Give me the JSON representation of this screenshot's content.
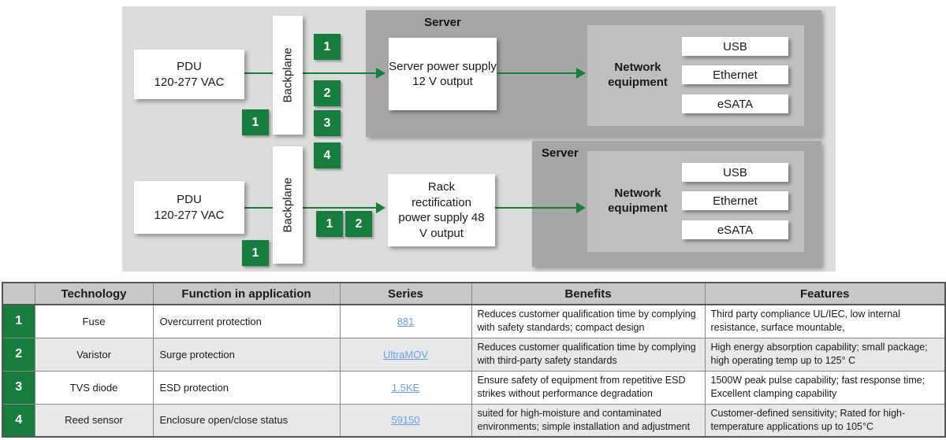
{
  "colors": {
    "accent_green": "#177D3E",
    "link_blue": "#6D9EEB"
  },
  "diagram": {
    "top": {
      "pdu_line1": "PDU",
      "pdu_line2": "120-277 VAC",
      "backplane": "Backplane",
      "server_label": "Server",
      "psu": "Server power supply 12 V output",
      "network_label": "Network equipment",
      "ports": [
        "USB",
        "Ethernet",
        "eSATA"
      ],
      "badges": [
        "1",
        "2",
        "1",
        "3",
        "4"
      ]
    },
    "bottom": {
      "pdu_line1": "PDU",
      "pdu_line2": "120-277 VAC",
      "backplane": "Backplane",
      "server_label": "Server",
      "psu": "Rack rectification power supply 48 V output",
      "network_label": "Network equipment",
      "ports": [
        "USB",
        "Ethernet",
        "eSATA"
      ],
      "badges": [
        "1",
        "2",
        "1"
      ]
    }
  },
  "table": {
    "header": {
      "num": "",
      "technology": "Technology",
      "function": "Function in application",
      "series": "Series",
      "benefits": "Benefits",
      "features": "Features"
    },
    "rows": [
      {
        "num": "1",
        "technology": "Fuse",
        "function": "Overcurrent protection",
        "series": "881",
        "benefits": "Reduces customer qualification time by complying with safety standards; compact design",
        "features": "Third party compliance UL/IEC, low internal resistance, surface mountable,"
      },
      {
        "num": "2",
        "technology": "Varistor",
        "function": "Surge protection",
        "series": "UltraMOV",
        "benefits": "Reduces customer qualification time by complying with third-party safety standards",
        "features": "High energy absorption capability; small package; high operating temp up to 125° C"
      },
      {
        "num": "3",
        "technology": "TVS diode",
        "function": "ESD protection",
        "series": "1.5KE",
        "benefits": "Ensure safety of equipment from repetitive ESD strikes without performance degradation",
        "features": "1500W peak pulse capability; fast response time; Excellent clamping capability"
      },
      {
        "num": "4",
        "technology": "Reed sensor",
        "function": "Enclosure open/close status",
        "series": "59150",
        "benefits": "suited for high-moisture and contaminated environments; simple installation and adjustment",
        "features": "Customer-defined sensitivity; Rated for high-temperature applications up to 105°C"
      }
    ]
  }
}
